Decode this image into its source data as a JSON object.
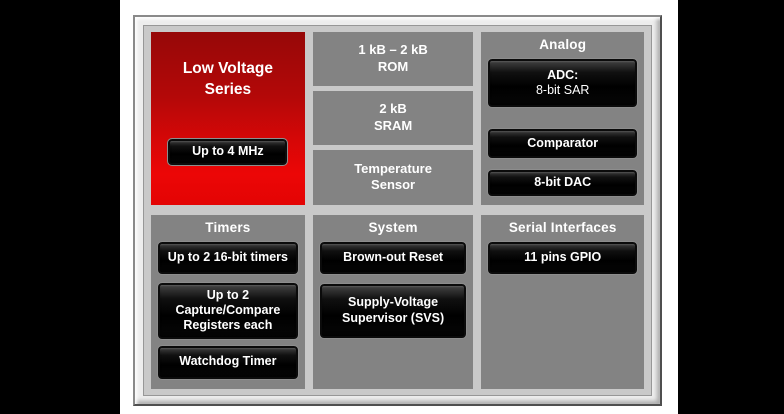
{
  "colors": {
    "side_bars": "#000000",
    "page_background": "#ffffff",
    "frame_bevel": "#ededed",
    "canvas_silver": "#c9c9c9",
    "panel_gray": "#838383",
    "hero_red_top": "#960808",
    "hero_red_bottom": "#e30404",
    "button_black": "#070707",
    "text_white": "#ffffff"
  },
  "diagram": {
    "low_voltage": {
      "title_line1": "Low Voltage",
      "title_line2": "Series",
      "speed_button": "Up to 4 MHz"
    },
    "memory": {
      "rom_line1": "1 kB – 2 kB",
      "rom_line2": "ROM",
      "sram_line1": "2 kB",
      "sram_line2": "SRAM",
      "temp_line1": "Temperature",
      "temp_line2": "Sensor"
    },
    "analog": {
      "header": "Analog",
      "adc_line1": "ADC:",
      "adc_line2": "8-bit SAR",
      "comparator": "Comparator",
      "dac": "8-bit DAC"
    },
    "timers": {
      "header": "Timers",
      "timers_button": "Up to 2 16-bit timers",
      "capture_line1": "Up to 2",
      "capture_line2": "Capture/Compare",
      "capture_line3": "Registers each",
      "watchdog_button": "Watchdog Timer"
    },
    "system": {
      "header": "System",
      "brownout_button": "Brown-out Reset",
      "svs_line1": "Supply-Voltage",
      "svs_line2": "Supervisor (SVS)"
    },
    "serial": {
      "header": "Serial Interfaces",
      "gpio_button": "11 pins GPIO"
    }
  }
}
